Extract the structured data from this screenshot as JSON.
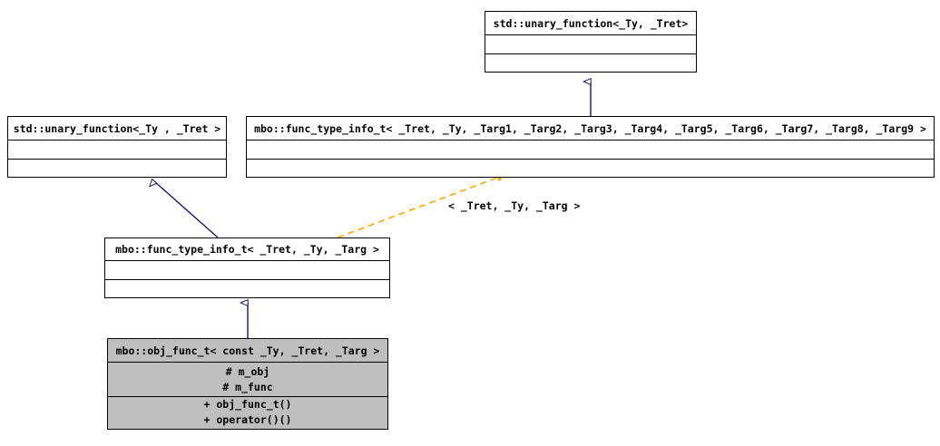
{
  "diagram": {
    "type": "uml-class-inheritance",
    "title_text": "",
    "colors": {
      "box_border": "#000000",
      "box_fill": "#ffffff",
      "box_fill_highlight": "#bfbfbf",
      "text": "#000000",
      "inheritance_edge": "#191970",
      "usage_edge": "#ffa500"
    },
    "classes": [
      {
        "id": "std-unary-function-top",
        "name": "std::unary_function<_Ty, _Tret>",
        "attributes": [],
        "operations": [],
        "highlighted": false
      },
      {
        "id": "std-unary-function-left",
        "name": "std::unary_function<_Ty , _Tret >",
        "attributes": [],
        "operations": [],
        "highlighted": false
      },
      {
        "id": "func-type-info-t-9args",
        "name": "mbo::func_type_info_t< _Tret, _Ty, _Targ1, _Targ2, _Targ3, _Targ4, _Targ5, _Targ6, _Targ7, _Targ8, _Targ9 >",
        "attributes": [],
        "operations": [],
        "highlighted": false
      },
      {
        "id": "func-type-info-t-targ",
        "name": "mbo::func_type_info_t< _Tret, _Ty, _Targ >",
        "attributes": [],
        "operations": [],
        "highlighted": false
      },
      {
        "id": "obj-func-t",
        "name": "mbo::obj_func_t< const _Ty, _Tret, _Targ >",
        "attributes": [
          "# m_obj",
          "# m_func"
        ],
        "operations": [
          "+ obj_func_t()",
          "+ operator()()"
        ],
        "highlighted": true
      }
    ],
    "edges": [
      {
        "id": "edge-9args-to-top",
        "from": "func-type-info-t-9args",
        "to": "std-unary-function-top",
        "kind": "inheritance",
        "label": ""
      },
      {
        "id": "edge-targ-to-left",
        "from": "func-type-info-t-targ",
        "to": "std-unary-function-left",
        "kind": "inheritance",
        "label": ""
      },
      {
        "id": "edge-targ-to-9args",
        "from": "func-type-info-t-targ",
        "to": "func-type-info-t-9args",
        "kind": "template-instantiation",
        "label": "< _Tret, _Ty, _Targ >"
      },
      {
        "id": "edge-objfunc-to-targ",
        "from": "obj-func-t",
        "to": "func-type-info-t-targ",
        "kind": "inheritance",
        "label": ""
      }
    ]
  }
}
